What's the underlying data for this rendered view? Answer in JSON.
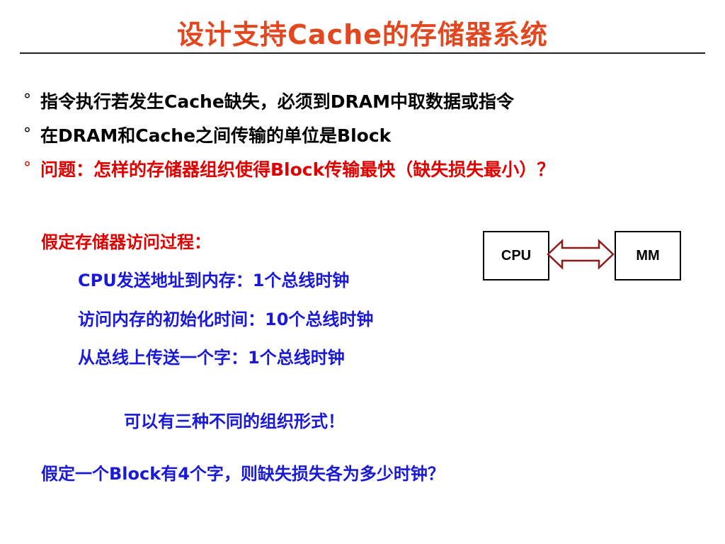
{
  "title": "设计支持Cache的存储器系统",
  "bullets": [
    {
      "marker": "°",
      "text": "指令执行若发生Cache缺失，必须到DRAM中取数据或指令",
      "color": "#000000"
    },
    {
      "marker": "°",
      "text": "在DRAM和Cache之间传输的单位是Block",
      "color": "#000000"
    },
    {
      "marker": "°",
      "text": "问题：怎样的存储器组织使得Block传输最快（缺失损失最小）？",
      "color": "#e00000"
    }
  ],
  "assumption": {
    "heading": "假定存储器访问过程：",
    "steps": [
      "CPU发送地址到内存：1个总线时钟",
      "访问内存的初始化时间：10个总线时钟",
      "从总线上传送一个字：1个总线时钟"
    ]
  },
  "diagram": {
    "left_box": "CPU",
    "right_box": "MM",
    "arrow_fill": "#ffffff",
    "arrow_stroke": "#8b1a1a"
  },
  "note": "可以有三种不同的组织形式！",
  "question": "假定一个Block有4个字，则缺失损失各为多少时钟？",
  "colors": {
    "title": "#e2471f",
    "red": "#e00000",
    "blue": "#1a1ad6"
  }
}
